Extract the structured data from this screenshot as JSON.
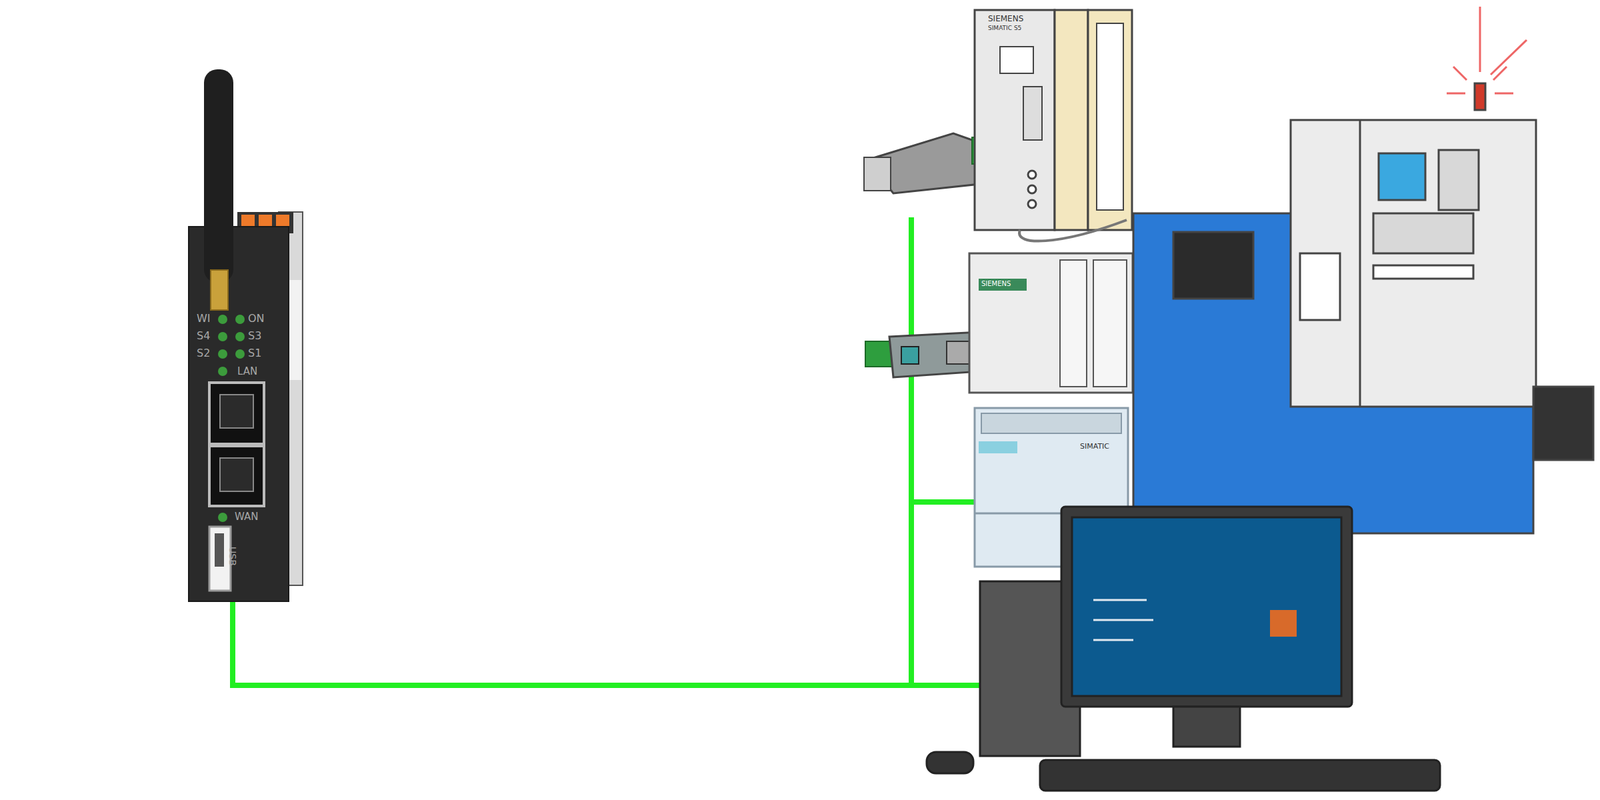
{
  "diagram": {
    "labels": [
      "WI",
      "ON",
      "S4",
      "S3",
      "S2",
      "S1",
      "LAN",
      "WAN",
      "USB",
      "SIEMENS",
      "SIMATIC S5",
      "SIEMENS",
      "SIMATIC"
    ]
  }
}
